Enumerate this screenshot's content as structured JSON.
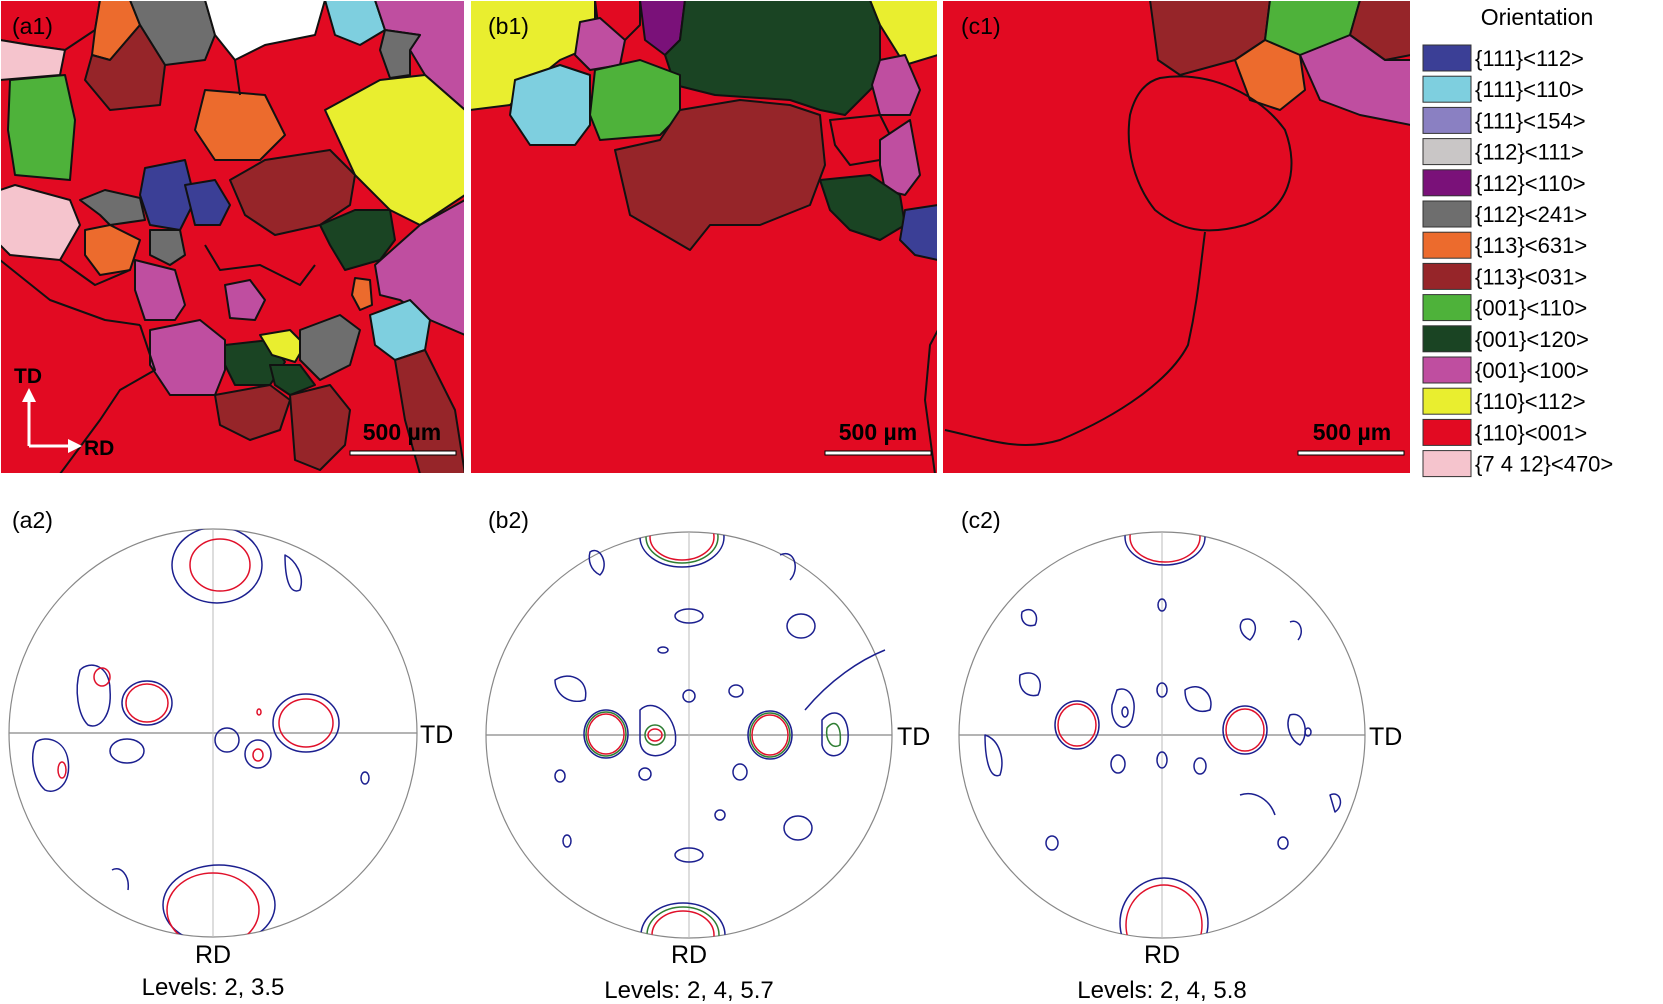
{
  "maps": [
    {
      "id": "a1",
      "label": "(a1)",
      "scalebar": "500 µm",
      "tdLabel": "TD",
      "rdLabel": "RD"
    },
    {
      "id": "b1",
      "label": "(b1)",
      "scalebar": "500 µm"
    },
    {
      "id": "c1",
      "label": "(c1)",
      "scalebar": "500 µm"
    }
  ],
  "legend": {
    "title": "Orientation",
    "items": [
      {
        "label": "{111}<112>",
        "color": "#3b3f96"
      },
      {
        "label": "{111}<110>",
        "color": "#7ecfdf"
      },
      {
        "label": "{111}<154>",
        "color": "#8a80c2"
      },
      {
        "label": "{112}<111>",
        "color": "#c9c6c6"
      },
      {
        "label": "{112}<110>",
        "color": "#7a1179"
      },
      {
        "label": "{112}<241>",
        "color": "#6e6e6e"
      },
      {
        "label": "{113}<631>",
        "color": "#ec6b2d"
      },
      {
        "label": "{113}<031>",
        "color": "#962529"
      },
      {
        "label": "{001}<110>",
        "color": "#4eb23a"
      },
      {
        "label": "{001}<120>",
        "color": "#1a4423"
      },
      {
        "label": "{001}<100>",
        "color": "#bf4ea0"
      },
      {
        "label": "{110}<112>",
        "color": "#e9ee2f"
      },
      {
        "label": "{110}<001>",
        "color": "#e20a22"
      },
      {
        "label": "{7 4 12}<470>",
        "color": "#f5c4cd"
      }
    ]
  },
  "poleFigures": [
    {
      "id": "a2",
      "label": "(a2)",
      "td": "TD",
      "rd": "RD",
      "levels": "Levels: 2, 3.5"
    },
    {
      "id": "b2",
      "label": "(b2)",
      "td": "TD",
      "rd": "RD",
      "levels": "Levels: 2, 4, 5.7"
    },
    {
      "id": "c2",
      "label": "(c2)",
      "td": "TD",
      "rd": "RD",
      "levels": "Levels: 2, 4, 5.8"
    }
  ],
  "contourColors": {
    "low": "#1b1f8f",
    "mid": "#2e7d32",
    "high": "#e0102a",
    "frame": "#999999"
  }
}
